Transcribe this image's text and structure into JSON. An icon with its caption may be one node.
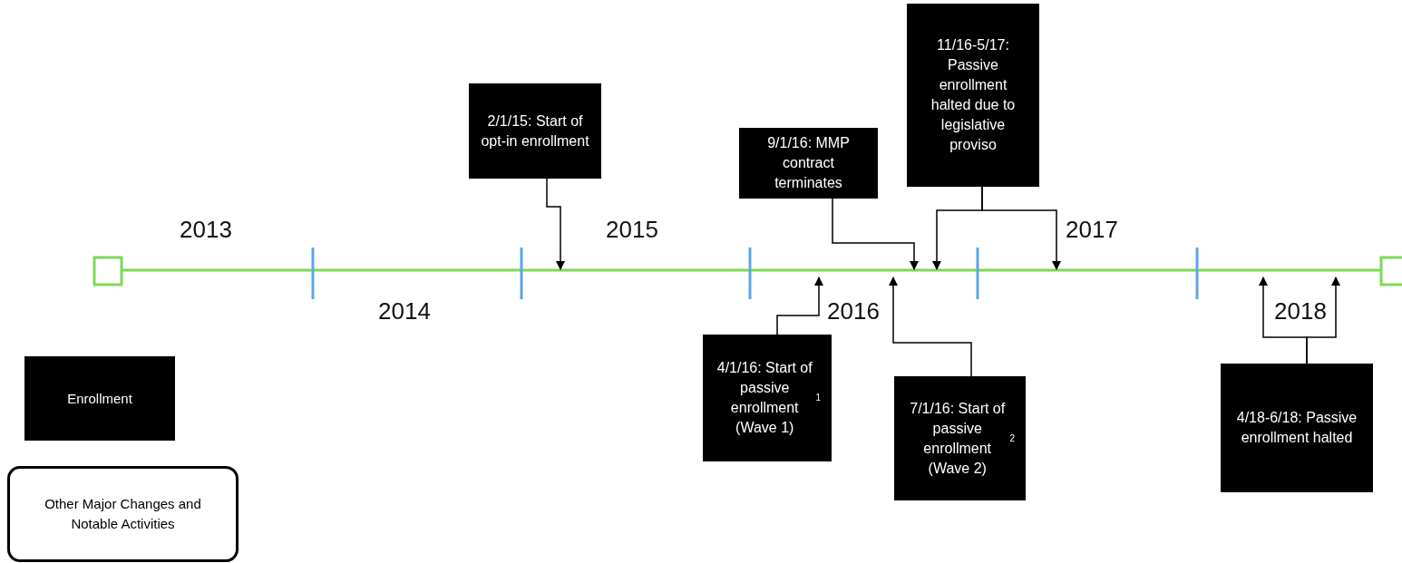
{
  "diagram": {
    "nodes": [
      {
        "text": [
          "2/1/15: Start of opt-in enrollment"
        ]
      },
      {
        "text": [
          "9/1/16: MMP contract terminates"
        ]
      },
      {
        "text": [
          "11/16-5/17: Passive enrollment halted due to legislative proviso"
        ]
      },
      {
        "text": [
          "4/1/16: Start of passive enrollment (Wave 1)$^{1}$"
        ]
      },
      {
        "text": [
          "7/1/16: Start of passive enrollment (Wave 2)$^{2}$"
        ]
      },
      {
        "text": [
          "4/18-6/18: Passive enrollment halted"
        ]
      }
    ],
    "edges": [
      {
        "from": 0,
        "to": null,
        "arrow": "to"
      },
      {
        "from": 1,
        "to": null,
        "arrow": "to"
      },
      {
        "from": 2,
        "to": null,
        "arrow": "to"
      },
      {
        "from": 2,
        "to": null,
        "arrow": "to"
      },
      {
        "from": 3,
        "to": null,
        "arrow": "to"
      },
      {
        "from": 4,
        "to": null,
        "arrow": "to"
      },
      {
        "from": 5,
        "to": null,
        "arrow": "to"
      },
      {
        "from": 5,
        "to": null,
        "arrow": "to"
      }
    ],
    "labels": [
      "2013",
      "2015",
      "2017",
      "2014",
      "2016",
      "2018"
    ],
    "legend": [
      {
        "text": "Enrollment",
        "color": "#000000"
      },
      {
        "text": "Other Major Changes and Notable Activities"
      }
    ]
  }
}
